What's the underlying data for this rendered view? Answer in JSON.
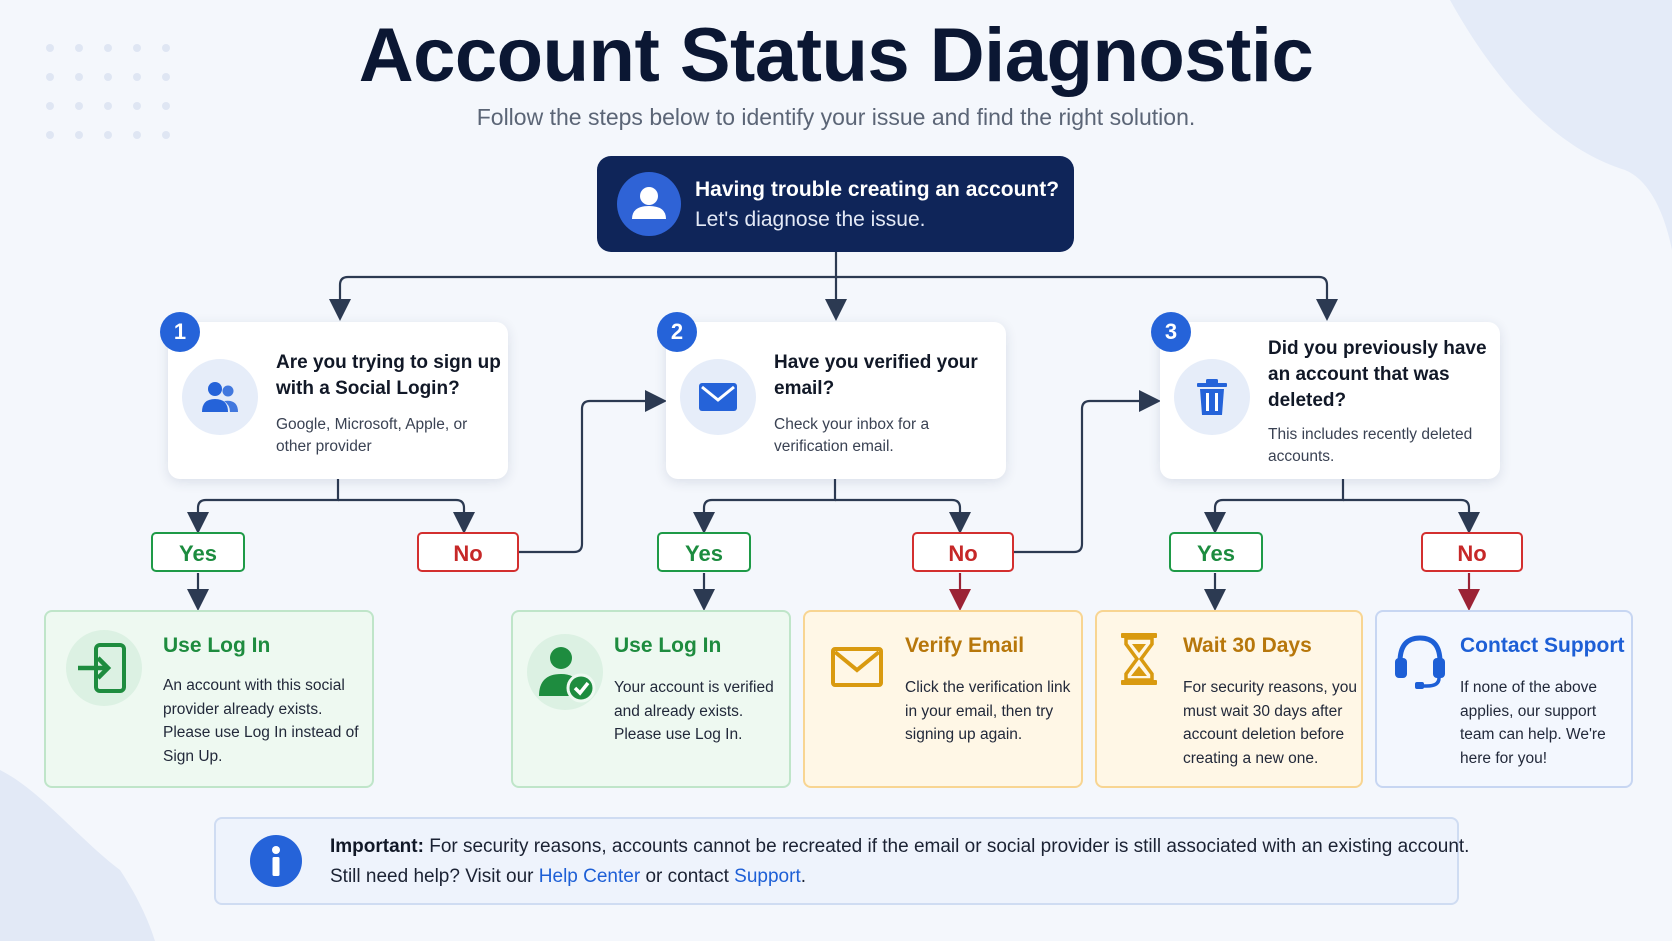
{
  "header": {
    "title": "Account Status Diagnostic",
    "subtitle": "Follow the steps below to identify your issue and find the right solution."
  },
  "start": {
    "line1": "Having trouble creating an account?",
    "line2": "Let's diagnose the issue.",
    "icon": "user-icon"
  },
  "questions": [
    {
      "number": "1",
      "question": "Are you trying to sign up with a Social Login?",
      "detail": "Google, Microsoft, Apple, or other provider",
      "icon": "users-icon"
    },
    {
      "number": "2",
      "question": "Have you verified your email?",
      "detail": "Check your inbox for a verification email.",
      "icon": "envelope-icon"
    },
    {
      "number": "3",
      "question": "Did you previously have an account that was deleted?",
      "detail": "This includes recently deleted accounts.",
      "icon": "trash-icon"
    }
  ],
  "answers": {
    "yes": "Yes",
    "no": "No"
  },
  "results": [
    {
      "title": "Use Log In",
      "body": "An account with this social provider already exists. Please use Log In instead of Sign Up.",
      "icon": "login-icon",
      "color": "#1e8c3f"
    },
    {
      "title": "Use Log In",
      "body": "Your account is verified and already exists. Please use Log In.",
      "icon": "user-check-icon",
      "color": "#1e8c3f"
    },
    {
      "title": "Verify Email",
      "body": "Click the verification link in your email, then try signing up again.",
      "icon": "envelope-icon",
      "color": "#b7770b"
    },
    {
      "title": "Wait 30 Days",
      "body": "For security reasons, you must wait 30 days after account deletion before creating a new one.",
      "icon": "hourglass-icon",
      "color": "#b7770b"
    },
    {
      "title": "Contact Support",
      "body": "If none of the above applies, our support team can help. We're here for you!",
      "icon": "headset-icon",
      "color": "#1d5fd6"
    }
  ],
  "notice": {
    "label": "Important:",
    "text": " For security reasons, accounts cannot be recreated if the email or social provider is still associated with an existing account.",
    "help_prefix": "Still need help? Visit our ",
    "help_link": "Help Center",
    "help_middle": " or contact ",
    "support_link": "Support",
    "help_suffix": ".",
    "icon": "info-icon"
  },
  "colors": {
    "navy": "#0f2559",
    "accent_blue": "#2563d9",
    "yes_green": "#1e9a47",
    "no_red": "#d32f2f",
    "amber": "#e0a21b"
  }
}
